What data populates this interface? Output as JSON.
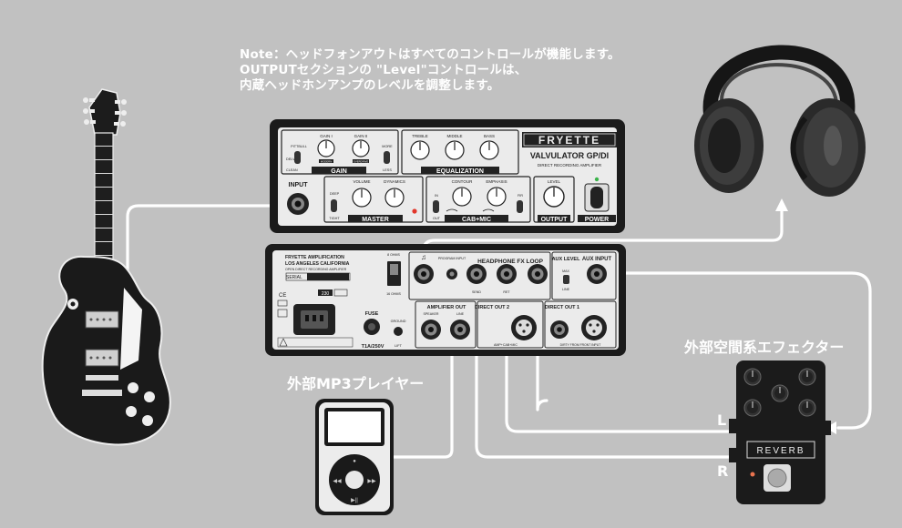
{
  "note": {
    "lines": [
      "Note：ヘッドフォンアウトはすべてのコントロールが機能します。",
      "OUTPUTセクションの \"Level\"コントロールは、",
      "内蔵ヘッドホンアンプのレベルを調整します。"
    ]
  },
  "labels": {
    "mp3": "外部MP3プレイヤー",
    "effector": "外部空間系エフェクター",
    "left": "L",
    "right": "R"
  },
  "amp_front": {
    "brand": "FRYETTE",
    "model": "VALVULATOR GP/DI",
    "subtitle": "DIRECT RECORDING AMPLIFIER",
    "input": "INPUT",
    "gain1": "GAIN I",
    "gain2": "GAIN II",
    "gain": "GAIN",
    "treble": "TREBLE",
    "middle": "MIDDLE",
    "bass": "BASS",
    "equalization": "EQUALIZATION",
    "volume": "VOLUME",
    "dynamics": "DYNAMICS",
    "master": "MASTER",
    "contour": "CONTOUR",
    "emphasis": "EMPHASIS",
    "cab_mic": "CAB+MIC",
    "level": "LEVEL",
    "output": "OUTPUT",
    "power": "POWER",
    "pittbull": "PITTBULL",
    "delv": "DELV",
    "clean": "CLEAN",
    "more": "MORE",
    "less": "LESS",
    "deep": "DEEP",
    "tight": "TIGHT",
    "in": "IN",
    "out": "OUT",
    "fir": "FIR",
    "mod_tag1": "MODERN",
    "mod_tag2": "OVERDRIVE"
  },
  "amp_rear": {
    "maker1": "FRYETTE AMPLIFICATION",
    "maker2": "LOS ANGELES CALIFORNIA",
    "maker3": "OPEN DIRECT RECORDING AMPLIFIER",
    "serial": "SERIAL",
    "fuse": "FUSE",
    "fuse_rating": "T1A/250V",
    "ground": "GROUND",
    "lift": "LIFT",
    "ohms8": "8 OHMS",
    "ohms16": "16 OHMS",
    "program_input": "PROGRAM INPUT",
    "hp_fx_loop": "HEADPHONE FX LOOP",
    "send": "SEND",
    "ret": "RET",
    "aux_level": "AUX LEVEL",
    "aux_input": "AUX INPUT",
    "amplifier_out": "AMPLIFIER OUT",
    "speaker": "SPEAKER",
    "line": "LINE",
    "direct_out2": "DIRECT OUT 2",
    "direct_out1": "DIRECT OUT 1",
    "amp_cab_mic": "AMP+CAB+MIC",
    "dirty": "DIRTY FROM FRONT INPUT",
    "max": "MAX",
    "line2": "LINE",
    "v230": "230"
  },
  "pedal": {
    "name": "REVERB"
  },
  "colors": {
    "background": "#c1c1c1",
    "cable": "#ffffff",
    "panel": "#ebebeb",
    "dark": "#222222"
  }
}
